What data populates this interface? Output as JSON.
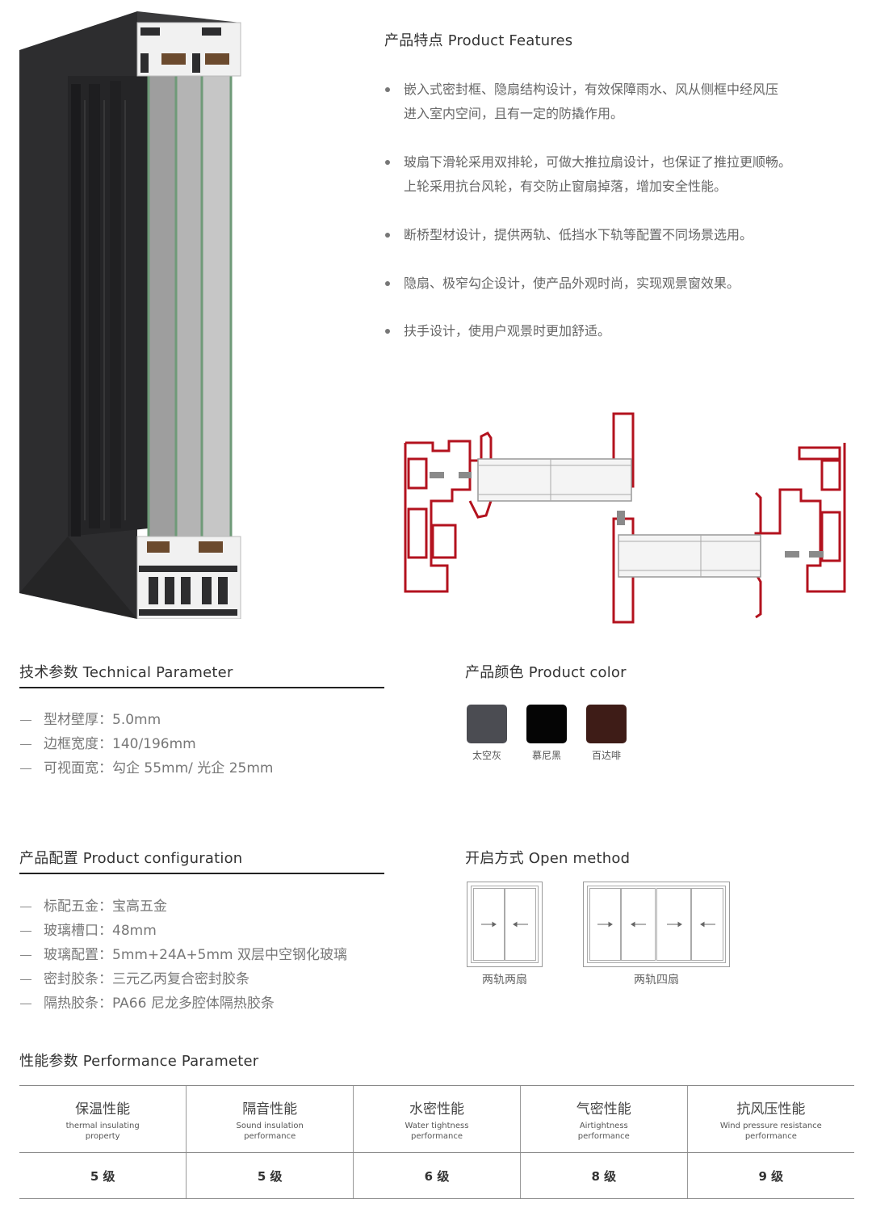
{
  "features": {
    "title": "产品特点 Product Features",
    "items": [
      [
        "嵌入式密封框、隐扇结构设计，有效保障雨水、风从侧框中经风压",
        "进入室内空间，且有一定的防撬作用。"
      ],
      [
        "玻扇下滑轮采用双排轮，可做大推拉扇设计，也保证了推拉更顺畅。",
        "上轮采用抗台风轮，有交防止窗扇掉落，增加安全性能。"
      ],
      [
        "断桥型材设计，提供两轨、低挡水下轨等配置不同场景选用。"
      ],
      [
        "隐扇、极窄勾企设计，使产品外观时尚，实现观景窗效果。"
      ],
      [
        "扶手设计，使用户观景时更加舒适。"
      ]
    ]
  },
  "tech": {
    "title": "技术参数  Technical Parameter",
    "items": [
      "型材壁厚：5.0mm",
      "边框宽度：140/196mm",
      "可视面宽：勾企 55mm/ 光企 25mm"
    ]
  },
  "colors": {
    "title": "产品颜色 Product color",
    "swatches": [
      {
        "name": "太空灰",
        "color": "#4b4c52"
      },
      {
        "name": "慕尼黑",
        "color": "#050505"
      },
      {
        "name": "百达啡",
        "color": "#3e1c17"
      }
    ]
  },
  "config": {
    "title": "产品配置  Product configuration",
    "items": [
      "标配五金：宝高五金",
      "玻璃槽口：48mm",
      "玻璃配置：5mm+24A+5mm 双层中空钢化玻璃",
      "密封胶条：三元乙丙复合密封胶条",
      "隔热胶条：PA66 尼龙多腔体隔热胶条"
    ]
  },
  "open_method": {
    "title": "开启方式 Open method",
    "options": [
      {
        "label": "两轨两扇",
        "panels": 2
      },
      {
        "label": "两轨四扇",
        "panels": 4
      }
    ]
  },
  "performance": {
    "title": "性能参数  Performance Parameter",
    "columns": [
      {
        "cn": "保温性能",
        "en1": "thermal insulating",
        "en2": "property",
        "value": "5 级"
      },
      {
        "cn": "隔音性能",
        "en1": "Sound insulation",
        "en2": "performance",
        "value": "5 级"
      },
      {
        "cn": "水密性能",
        "en1": "Water tightness",
        "en2": "performance",
        "value": "6 级"
      },
      {
        "cn": "气密性能",
        "en1": "Airtightness",
        "en2": "performance",
        "value": "8 级"
      },
      {
        "cn": "抗风压性能",
        "en1": "Wind pressure resistance",
        "en2": "performance",
        "value": "9 级"
      }
    ]
  },
  "drawing": {
    "profile_color": "#b3121e",
    "frame_color": "#2b2b2b"
  }
}
